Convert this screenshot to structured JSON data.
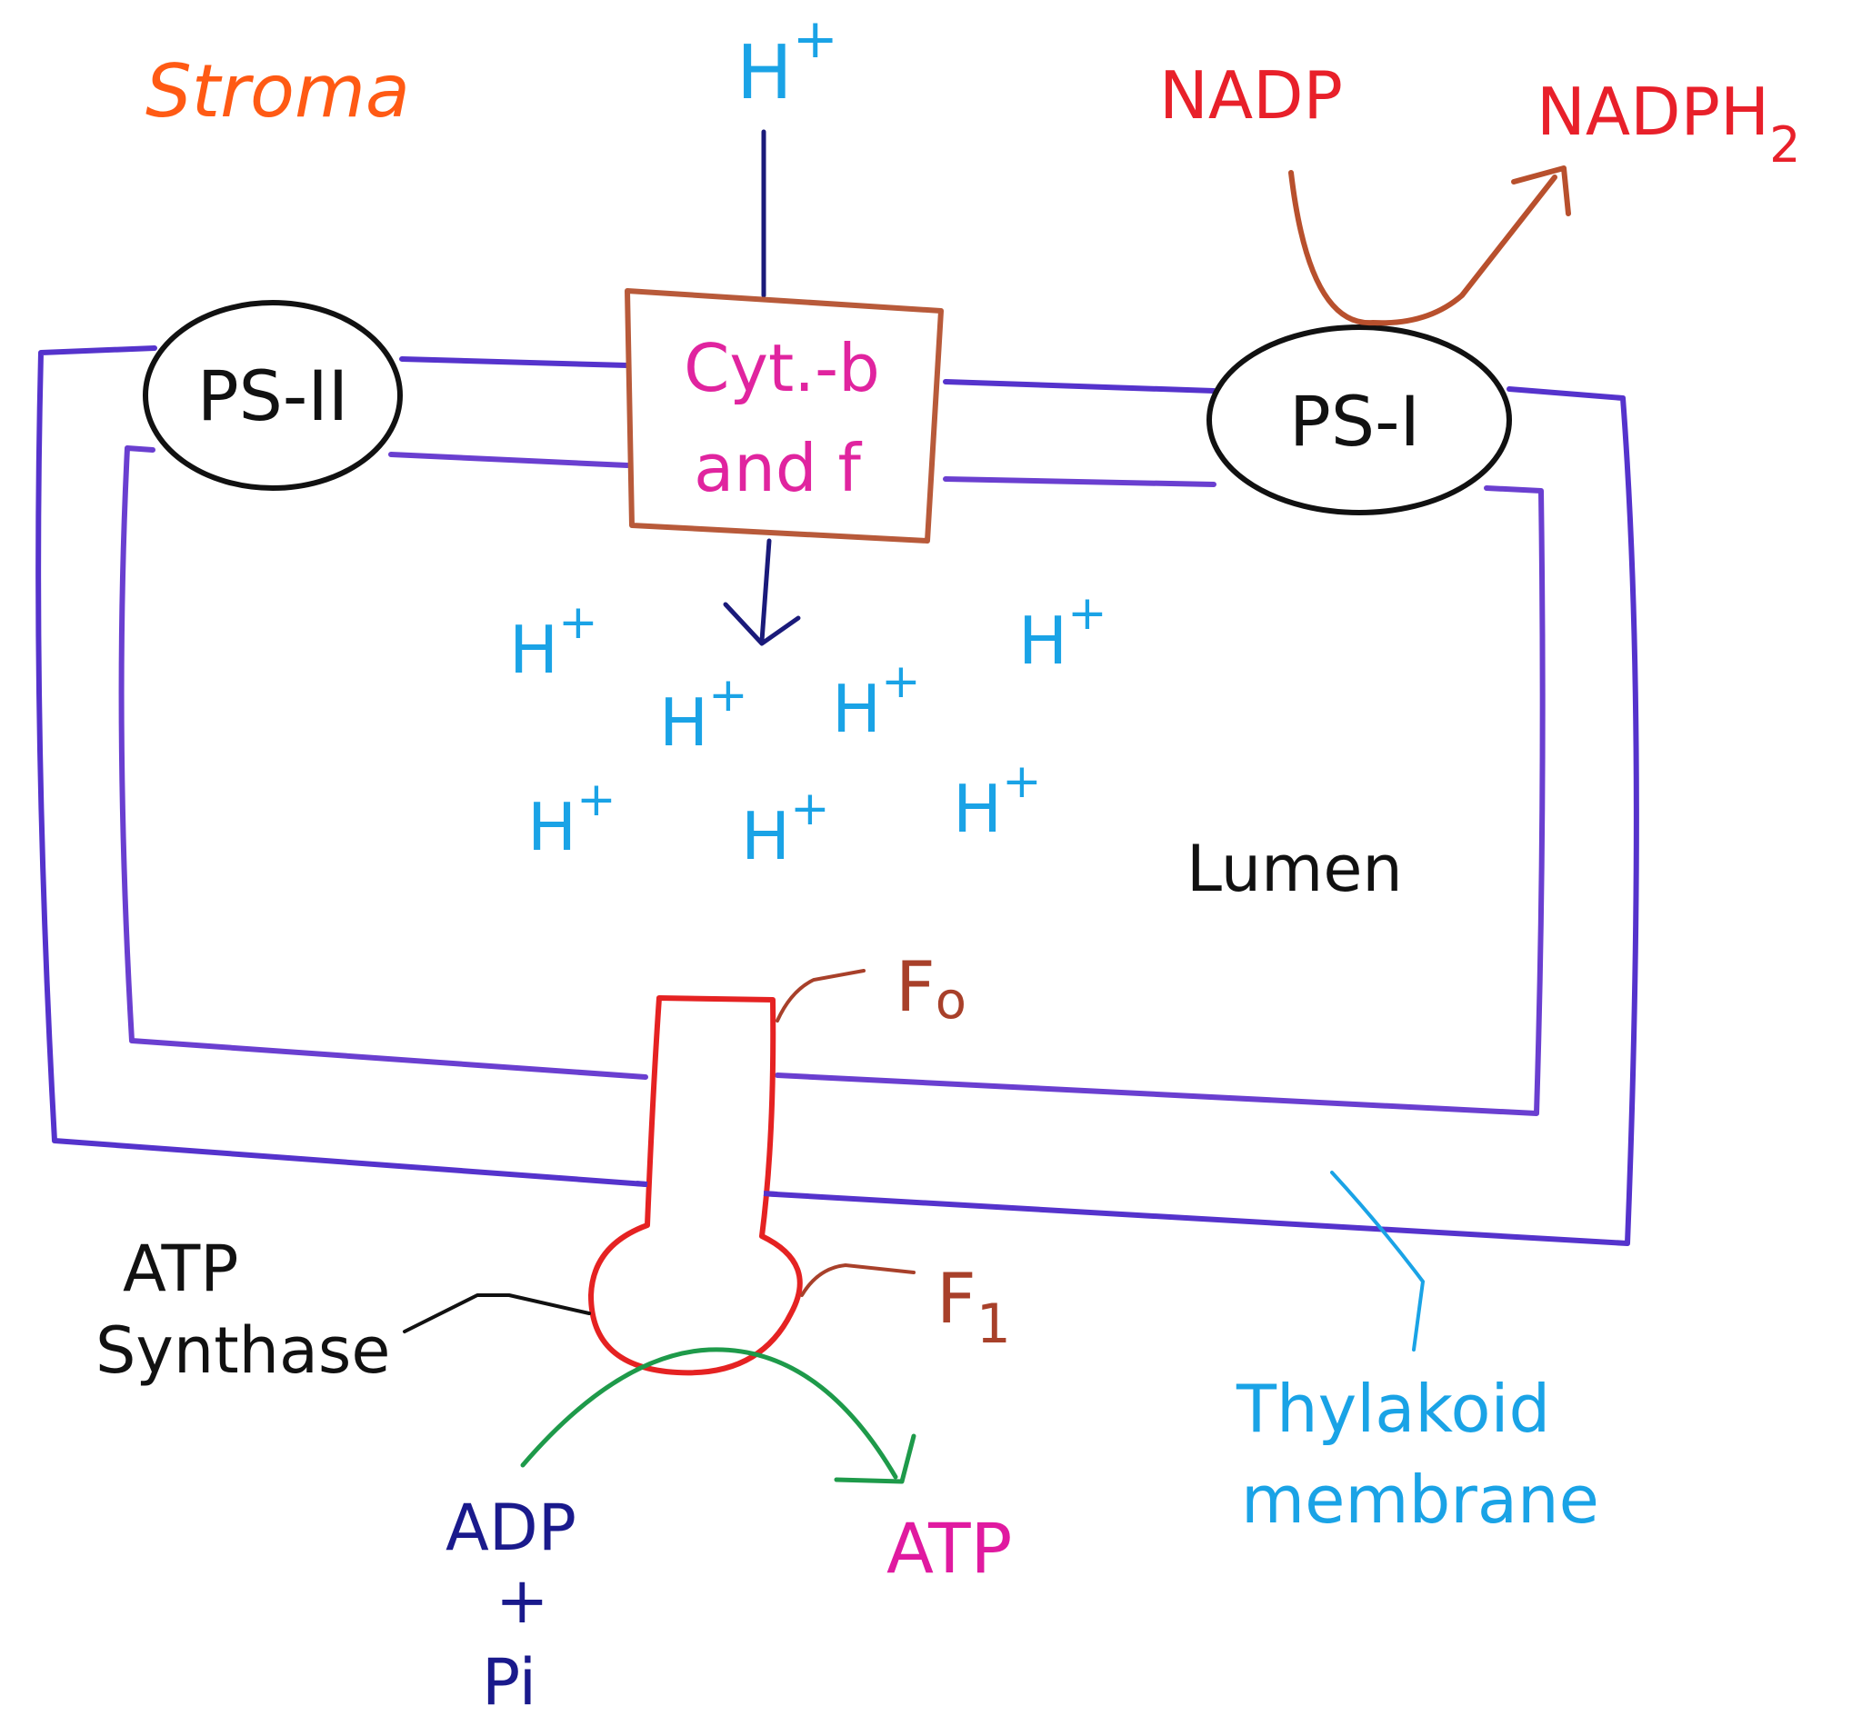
{
  "labels": {
    "stroma": "Stroma",
    "lumen": "Lumen",
    "ps2": "PS-II",
    "ps1": "PS-I",
    "cyt_line1": "Cyt.-b",
    "cyt_line2": "and f",
    "nadp": "NADP",
    "nadph2_base": "NADPH",
    "nadph2_sub": "2",
    "fo_main": "F",
    "fo_sub": "o",
    "f1_main": "F",
    "f1_sub": "1",
    "atp_synthase_line1": "ATP",
    "atp_synthase_line2": "Synthase",
    "adp": "ADP",
    "plus": "+",
    "pi": "Pi",
    "atp": "ATP",
    "thylakoid_line1": "Thylakoid",
    "thylakoid_line2": "membrane"
  },
  "proton": {
    "base": "H",
    "charge": "+"
  },
  "colors": {
    "membrane": "#5533cc",
    "membrane_inner": "#6a3fd0",
    "stroma_text": "#ff5a14",
    "proton": "#1aa3e6",
    "cyt_box": "#b85a3a",
    "cyt_text": "#e0249f",
    "nadp_text": "#e8202a",
    "nadp_arrow": "#b8502d",
    "ps_outline": "#111111",
    "atp_synthase": "#e52222",
    "fo_f1": "#a8402a",
    "green_arrow": "#1e9a4a",
    "adp_text": "#1a1a8c",
    "atp_text": "#e01aa0",
    "thylakoid_text": "#1aa3e6",
    "dark_blue_line": "#1a1a7a"
  }
}
